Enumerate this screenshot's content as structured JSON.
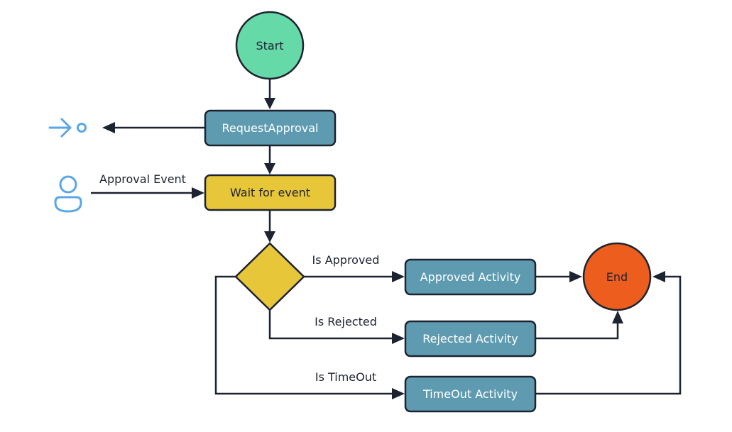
{
  "nodes": {
    "start": {
      "label": "Start",
      "fill": "#66d9a8"
    },
    "request_approval": {
      "label": "RequestApproval",
      "fill": "#5e9bb1"
    },
    "wait_for_event": {
      "label": "Wait for event",
      "fill": "#e8c63a"
    },
    "decision": {
      "label": "",
      "fill": "#e8c63a"
    },
    "approved_activity": {
      "label": "Approved Activity",
      "fill": "#5e9bb1"
    },
    "rejected_activity": {
      "label": "Rejected Activity",
      "fill": "#5e9bb1"
    },
    "timeout_activity": {
      "label": "TimeOut Activity",
      "fill": "#5e9bb1"
    },
    "end": {
      "label": "End",
      "fill": "#ec5d1e"
    }
  },
  "edge_labels": {
    "approval_event": "Approval Event",
    "is_approved": "Is Approved",
    "is_rejected": "Is Rejected",
    "is_timeout": "Is TimeOut"
  },
  "icons": {
    "send": "send-out-icon",
    "user": "user-icon"
  },
  "colors": {
    "stroke": "#1d2330",
    "icon": "#5aa6e6"
  }
}
